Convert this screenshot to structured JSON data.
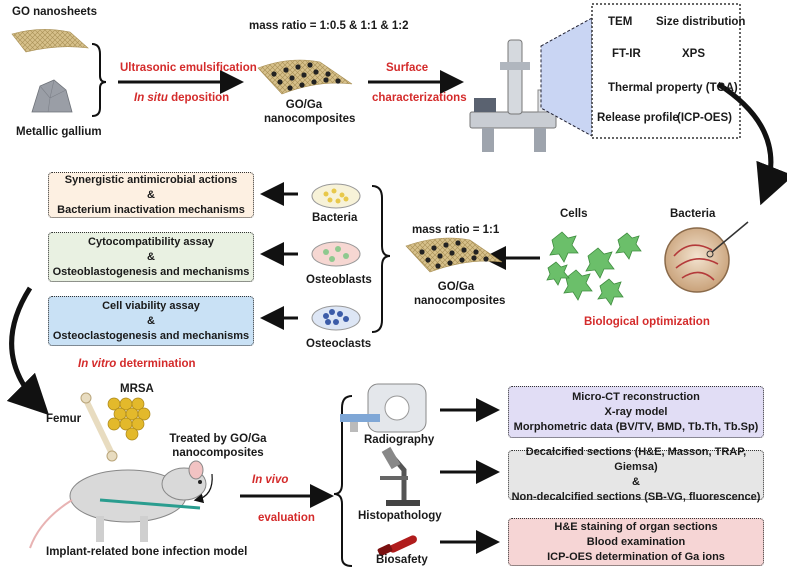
{
  "colors": {
    "red": "#d42b2b",
    "box_orange": "#fdf0e2",
    "box_green": "#e9f1e2",
    "box_blue": "#c9e1f5",
    "box_lavender": "#e1ddf5",
    "box_gray": "#e6e6e6",
    "box_pink": "#f6d5d5"
  },
  "top": {
    "go_label": "GO nanosheets",
    "gallium_label": "Metallic gallium",
    "mass_ratio": "mass ratio = 1:0.5 & 1:1 & 1:2",
    "ultrasonic": "Ultrasonic emulsification",
    "in_situ_1": "In situ",
    "in_situ_2": " deposition",
    "composite_1": "GO/Ga",
    "composite_2": "nanocomposites",
    "surface": "Surface",
    "characterizations": "characterizations",
    "char_box": {
      "tem": "TEM",
      "size": "Size distribution",
      "ftir": "FT-IR",
      "xps": "XPS",
      "tga": "Thermal property (TGA)",
      "release": "Release profile",
      "icp": "(ICP-OES)"
    }
  },
  "middle": {
    "box1": [
      "Synergistic antimicrobial actions",
      "&",
      "Bacterium inactivation mechanisms"
    ],
    "box2": [
      "Cytocompatibility assay",
      "&",
      "Osteoblastogenesis and mechanisms"
    ],
    "box3": [
      "Cell viability assay",
      "&",
      "Osteoclastogenesis and mechanisms"
    ],
    "bacteria": "Bacteria",
    "osteoblasts": "Osteoblasts",
    "osteoclasts": "Osteoclasts",
    "mass_ratio": "mass ratio = 1:1",
    "composite_1": "GO/Ga",
    "composite_2": "nanocomposites",
    "cells": "Cells",
    "bacteria_right": "Bacteria",
    "bio_opt": "Biological optimization",
    "in_vitro_1": "In vitro",
    "in_vitro_2": " determination"
  },
  "bottom": {
    "mrsa": "MRSA",
    "femur": "Femur",
    "treated_1": "Treated by GO/Ga",
    "treated_2": "nanocomposites",
    "in_vivo": "In vivo",
    "evaluation": "evaluation",
    "model": "Implant-related bone infection model",
    "radiography": "Radiography",
    "histopathology": "Histopathology",
    "biosafety": "Biosafety",
    "box_radio": [
      "Micro-CT reconstruction",
      "X-ray model",
      "Morphometric data (BV/TV, BMD, Tb.Th, Tb.Sp)"
    ],
    "box_histo": [
      "Decalcified sections (H&E, Masson, TRAP, Giemsa)",
      "&",
      "Non-decalcified sections (SB-VG, fluorescence)"
    ],
    "box_bio": [
      "H&E staining of organ sections",
      "Blood examination",
      "ICP-OES determination of Ga ions"
    ]
  }
}
